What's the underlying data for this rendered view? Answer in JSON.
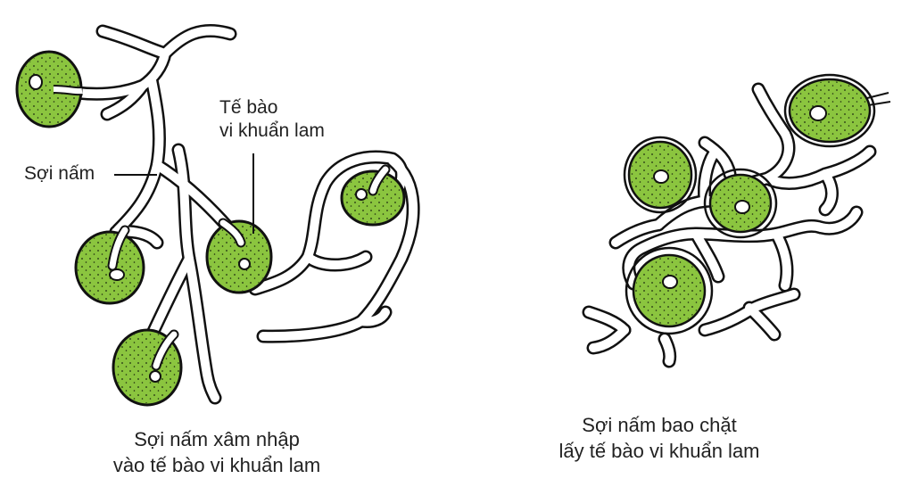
{
  "labels": {
    "hypha": "Sợi nấm",
    "cell_line1": "Tế bào",
    "cell_line2": "vi khuẩn lam"
  },
  "captions": {
    "left_line1": "Sợi nấm xâm nhập",
    "left_line2": "vào tế bào vi khuẩn lam",
    "right_line1": "Sợi nấm bao chặt",
    "right_line2": "lấy tế bào vi khuẩn lam"
  },
  "colors": {
    "cell_fill": "#8bc53f",
    "outline": "#111111",
    "background": "#ffffff"
  }
}
